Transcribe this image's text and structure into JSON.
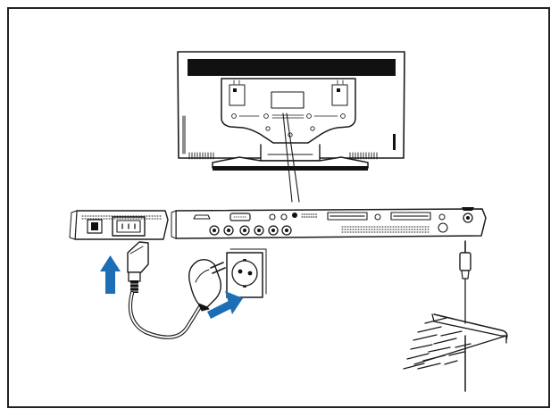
{
  "diagram": {
    "colors": {
      "line": "#1a1a1a",
      "fill": "#ffffff",
      "dark": "#111111",
      "accent_arrow": "#1c6fb5"
    },
    "components": [
      {
        "name": "tv-back",
        "icon": "tv-rear-icon"
      },
      {
        "name": "power-panel",
        "icon": "power-socket-icon"
      },
      {
        "name": "connector-panel",
        "icon": "av-connectors-icon"
      },
      {
        "name": "power-cable",
        "icon": "power-plug-icon"
      },
      {
        "name": "wall-outlet",
        "icon": "wall-socket-icon"
      },
      {
        "name": "antenna",
        "icon": "antenna-icon"
      }
    ]
  }
}
